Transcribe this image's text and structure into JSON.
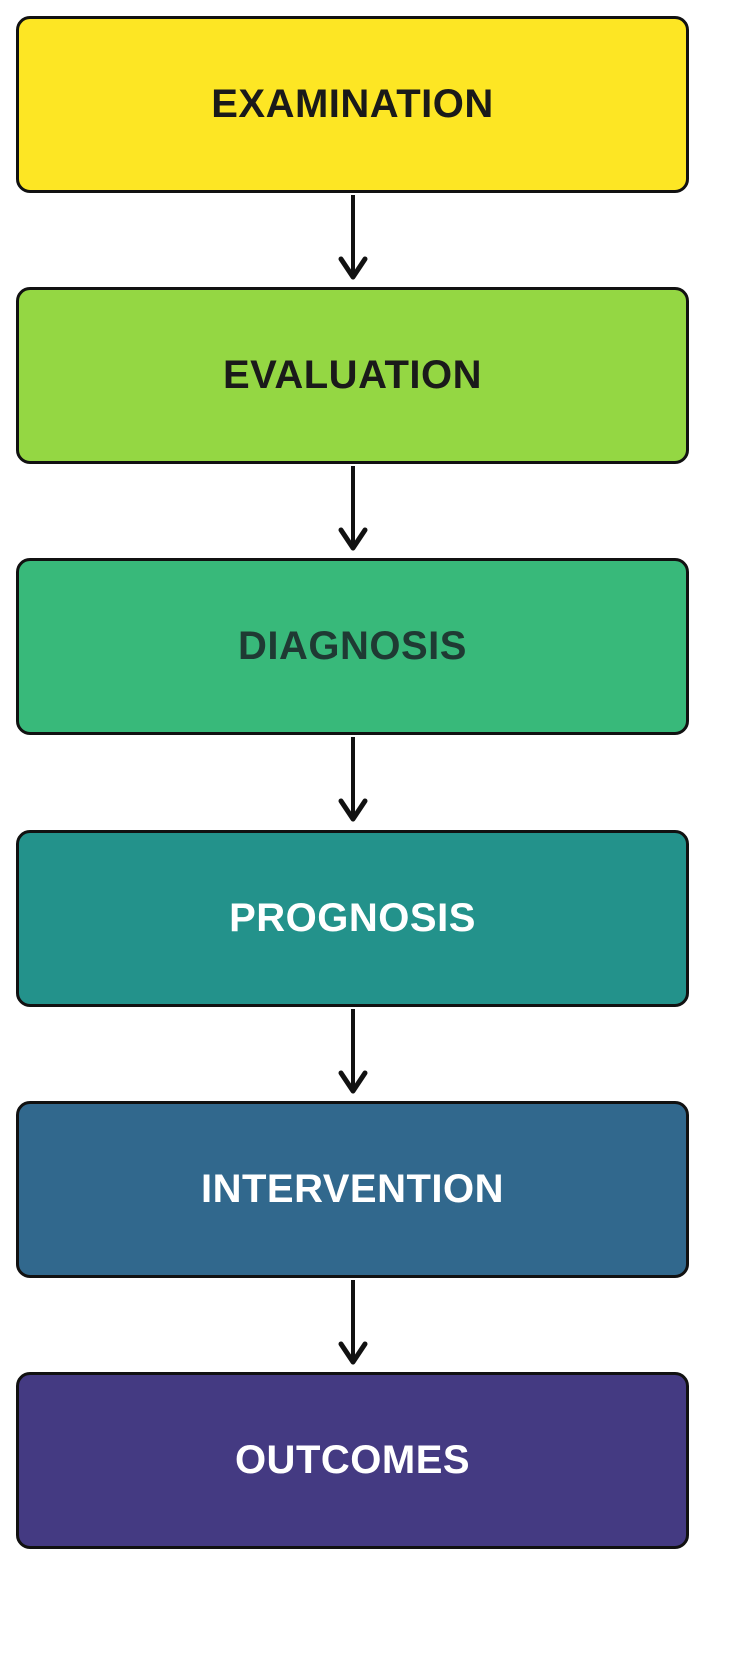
{
  "steps": [
    {
      "label": "EXAMINATION",
      "fill": "#fde624",
      "text_color": "#1a1a1a"
    },
    {
      "label": "EVALUATION",
      "fill": "#94d743",
      "text_color": "#1a1a1a"
    },
    {
      "label": "DIAGNOSIS",
      "fill": "#38b97a",
      "text_color": "#1f3a33"
    },
    {
      "label": "PROGNOSIS",
      "fill": "#23928b",
      "text_color": "#ffffff"
    },
    {
      "label": "INTERVENTION",
      "fill": "#31688d",
      "text_color": "#ffffff"
    },
    {
      "label": "OUTCOMES",
      "fill": "#443a82",
      "text_color": "#ffffff"
    }
  ],
  "arrow_color": "#111111"
}
